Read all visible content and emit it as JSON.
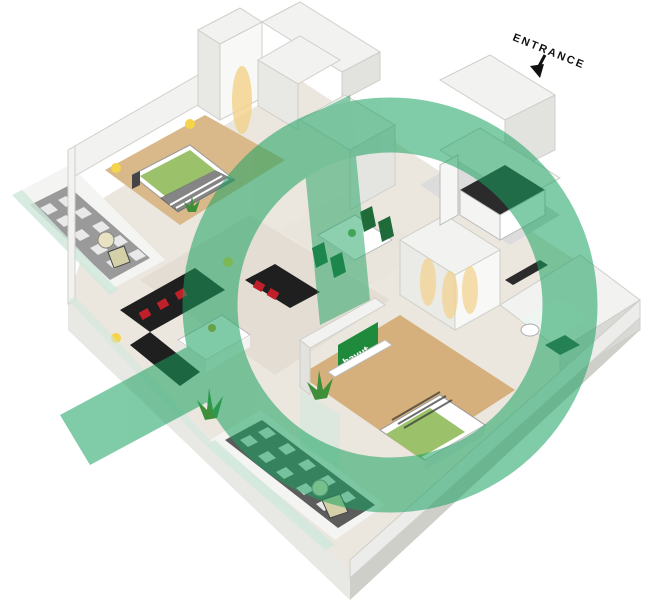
{
  "entrance": {
    "label": "ENTRANCE"
  },
  "tv": {
    "brand": "bayut"
  },
  "colors": {
    "floor_wood": "#d9b98a",
    "floor_tile": "#e7dfd3",
    "wall": "#f2f2f0",
    "wall_shade": "#d8d8d4",
    "sofa": "#1f1f1f",
    "cushion": "#c0202a",
    "bed_green": "#9bc26a",
    "balcony_check_dark": "#5c5c5c",
    "balcony_check_light": "#e9e9e9",
    "watermark": "#1aa260",
    "glass": "#bfe5d0",
    "tv_screen": "#1f8a3c"
  },
  "icons": [
    "entrance-arrow-icon",
    "plant-icon",
    "lamp-icon",
    "watermark-logo"
  ]
}
